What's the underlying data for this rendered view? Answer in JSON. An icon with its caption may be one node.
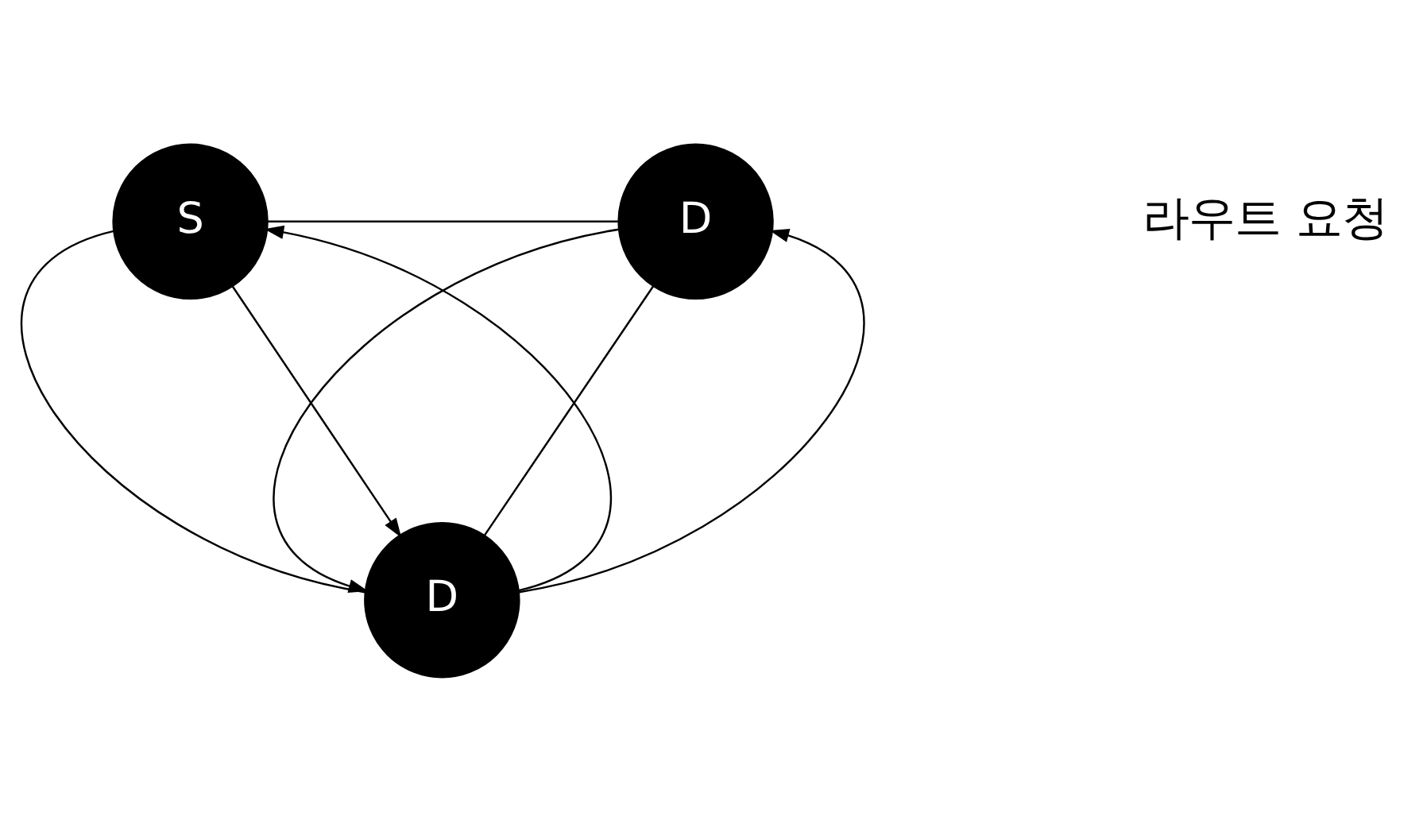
{
  "diagram": {
    "nodes": [
      {
        "text": [
          "S"
        ]
      },
      {
        "text": [
          "D"
        ]
      },
      {
        "text": [
          "D"
        ]
      }
    ],
    "edges": [
      {
        "from": 0,
        "to": 1,
        "arrow": "none"
      },
      {
        "from": 0,
        "to": 2,
        "arrow": "none"
      },
      {
        "from": 2,
        "to": 1,
        "arrow": "none"
      },
      {
        "from": 0,
        "to": 2,
        "arrow": "to"
      },
      {
        "from": 2,
        "to": 0,
        "arrow": "to"
      },
      {
        "from": 2,
        "to": 1,
        "arrow": "to"
      },
      {
        "from": 1,
        "to": 2,
        "arrow": "to"
      }
    ],
    "labels": [
      "라우트 요청"
    ]
  }
}
